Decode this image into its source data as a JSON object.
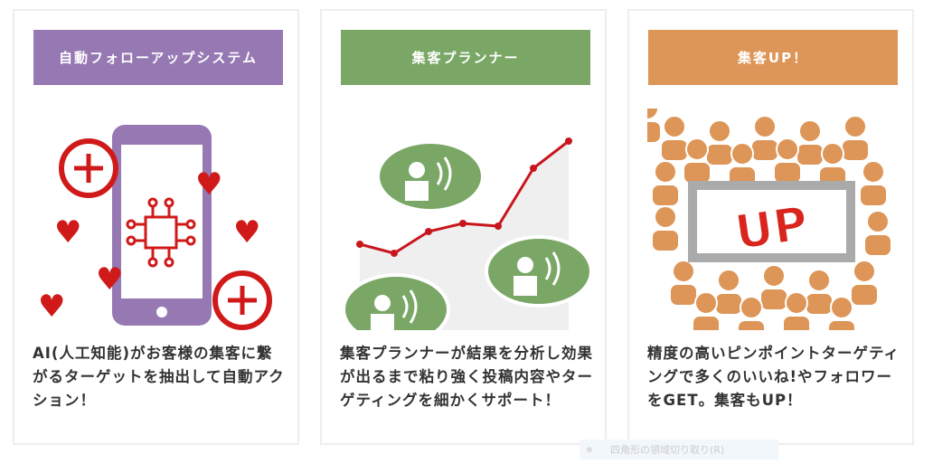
{
  "cards": [
    {
      "title": "自動フォローアップシステム",
      "color": "#9678b3",
      "description": "AI(人工知能)がお客様の集客に繋がるターゲットを抽出して自動アクション！"
    },
    {
      "title": "集客プランナー",
      "color": "#7aa766",
      "description": "集客プランナーが結果を分析し効果が出るまで粘り強く投稿内容やターゲティングを細かくサポート！"
    },
    {
      "title": "集客UP！",
      "color": "#dd9558",
      "description": "精度の高いピンポイントターゲティングで多くのいいね!やフォロワーをGET。集客もUP！"
    }
  ],
  "overlay": {
    "label": "四角形の領域切り取り(R)"
  },
  "illustration_text": {
    "up": "UP"
  }
}
